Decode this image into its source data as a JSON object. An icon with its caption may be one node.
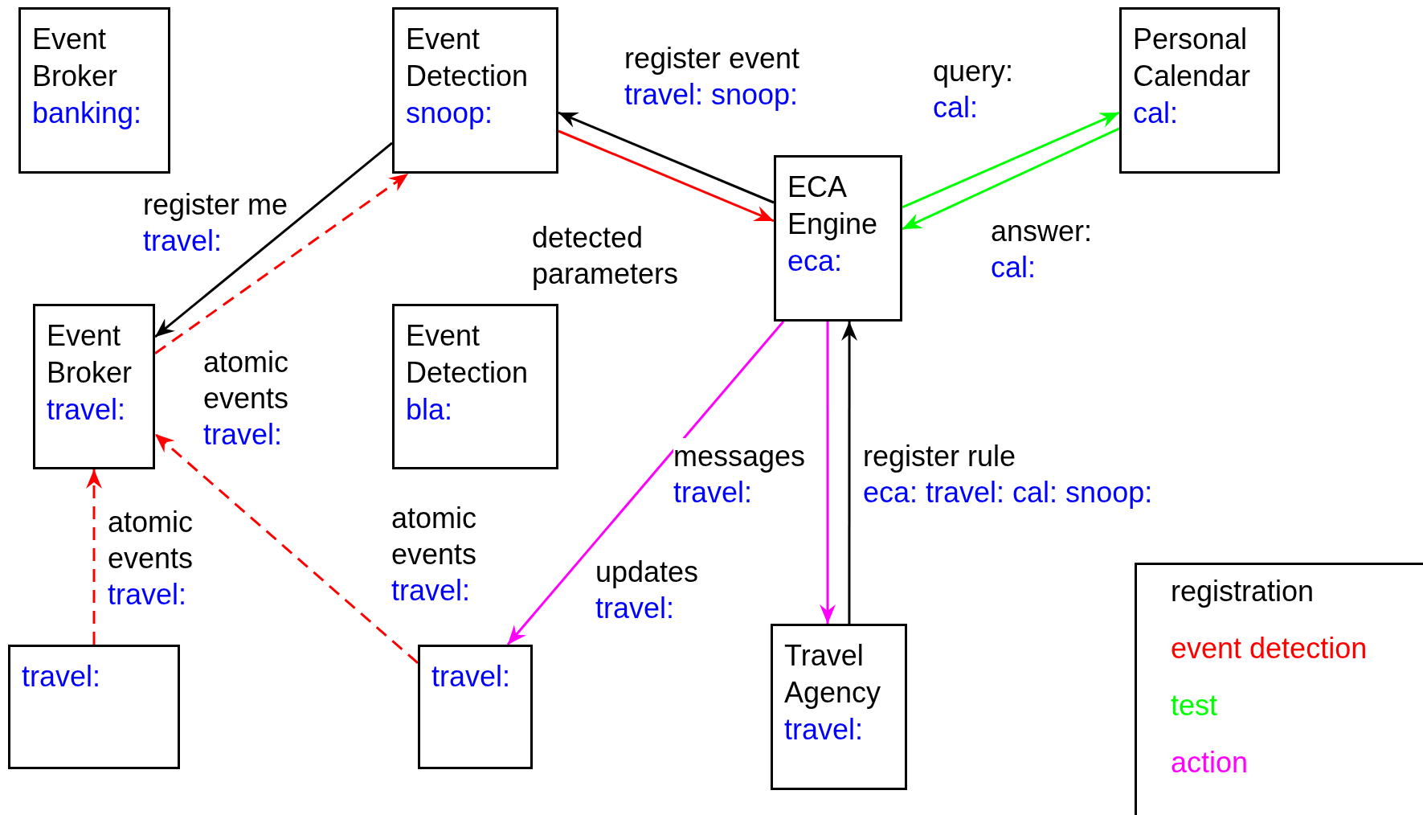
{
  "diagram": {
    "nodes": [
      {
        "text": [
          "Event Broker",
          "banking:"
        ]
      },
      {
        "text": [
          "Event Detection",
          "snoop:"
        ]
      },
      {
        "text": [
          "Personal Calendar",
          "cal:"
        ]
      },
      {
        "text": [
          "ECA Engine",
          "eca:"
        ]
      },
      {
        "text": [
          "Event Broker",
          "travel:"
        ]
      },
      {
        "text": [
          "Event Detection",
          "bla:"
        ]
      },
      {
        "text": [
          "travel:"
        ]
      },
      {
        "text": [
          "travel:"
        ]
      },
      {
        "text": [
          "Travel Agency",
          "travel:"
        ]
      }
    ],
    "edges": [
      {
        "from": 1,
        "to": 4,
        "arrow": "to",
        "label": "register me travel:",
        "color": "#000000"
      },
      {
        "from": 4,
        "to": 1,
        "arrow": "to",
        "label": "atomic events travel:",
        "style": "dashed",
        "color": "#ff0000"
      },
      {
        "from": 3,
        "to": 1,
        "arrow": "to",
        "label": "register event travel: snoop:",
        "color": "#000000"
      },
      {
        "from": 1,
        "to": 3,
        "arrow": "to",
        "label": "detected parameters",
        "color": "#ff0000"
      },
      {
        "from": 3,
        "to": 2,
        "arrow": "to",
        "label": "query: cal:",
        "color": "#00ff00"
      },
      {
        "from": 2,
        "to": 3,
        "arrow": "to",
        "label": "answer: cal:",
        "color": "#00ff00"
      },
      {
        "from": 3,
        "to": 7,
        "arrow": "to",
        "label": "updates travel:",
        "color": "#ff00ff"
      },
      {
        "from": 3,
        "to": 8,
        "arrow": "to",
        "label": "messages travel:",
        "color": "#ff00ff"
      },
      {
        "from": 8,
        "to": 3,
        "arrow": "to",
        "label": "register rule eca: travel: cal: snoop:",
        "color": "#000000"
      },
      {
        "from": 6,
        "to": 4,
        "arrow": "to",
        "label": "atomic events travel:",
        "style": "dashed",
        "color": "#ff0000"
      },
      {
        "from": 7,
        "to": 4,
        "arrow": "to",
        "label": "atomic events travel:",
        "style": "dashed",
        "color": "#ff0000"
      }
    ],
    "legend": [
      {
        "text": "registration",
        "color": "#000000"
      },
      {
        "text": "event detection",
        "color": "#ff0000"
      },
      {
        "text": "test",
        "color": "#00ff00"
      },
      {
        "text": "action",
        "color": "#ff00ff"
      }
    ]
  }
}
